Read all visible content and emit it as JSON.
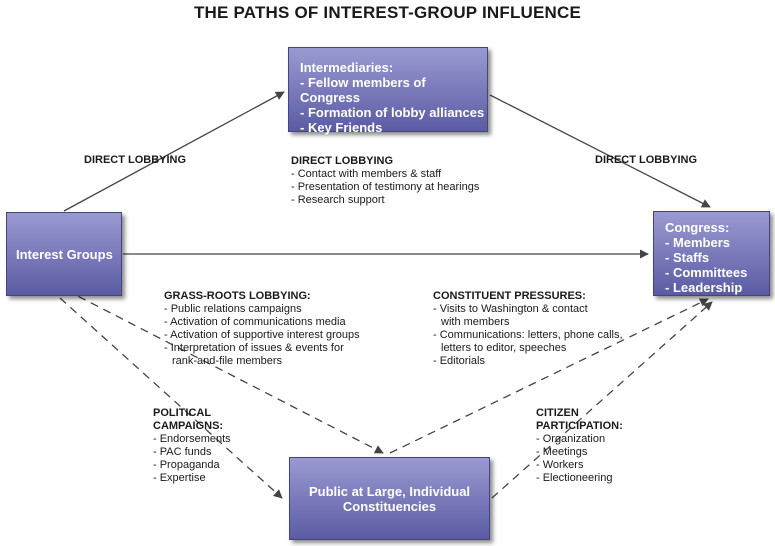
{
  "title": "THE PATHS OF INTEREST-GROUP INFLUENCE",
  "nodes": {
    "intermediaries": {
      "title": "Intermediaries:",
      "items": [
        "- Fellow members of Congress",
        "- Formation of lobby alliances",
        "- Key Friends"
      ]
    },
    "interest_groups": {
      "title": "Interest Groups"
    },
    "congress": {
      "title": "Congress:",
      "items": [
        "- Members",
        "- Staffs",
        "- Committees",
        "- Leadership"
      ]
    },
    "public": {
      "title": "Public at Large, Individual Constituencies"
    }
  },
  "labels": {
    "direct_left": "DIRECT LOBBYING",
    "direct_right": "DIRECT LOBBYING",
    "direct_center": {
      "heading": "DIRECT LOBBYING",
      "items": [
        "- Contact with members & staff",
        "- Presentation of testimony at hearings",
        "- Research support"
      ]
    },
    "grassroots": {
      "heading": "GRASS-ROOTS LOBBYING:",
      "items": [
        "- Public relations campaigns",
        "- Activation of communications media",
        "- Activation of supportive interest groups",
        "- Interpretation of issues & events for",
        "rank-and-file members"
      ]
    },
    "constituent": {
      "heading": "CONSTITUENT PRESSURES:",
      "items": [
        "- Visits to Washington & contact",
        "with members",
        "- Communications: letters, phone calls,",
        "letters to editor, speeches",
        "- Editorials"
      ]
    },
    "political": {
      "heading_1": "POLITICAL",
      "heading_2": "CAMPAIGNS:",
      "items": [
        "- Endorsements",
        "- PAC funds",
        "- Propaganda",
        "- Expertise"
      ]
    },
    "citizen": {
      "heading_1": "CITIZEN",
      "heading_2": "PARTICIPATION:",
      "items": [
        "- Organization",
        "- Meetings",
        "- Workers",
        "- Electioneering"
      ]
    }
  },
  "colors": {
    "box_fill_top": "#9a9ad2",
    "box_fill_bottom": "#5b5ba4",
    "box_text": "#ffffff",
    "arrow": "#444444"
  }
}
